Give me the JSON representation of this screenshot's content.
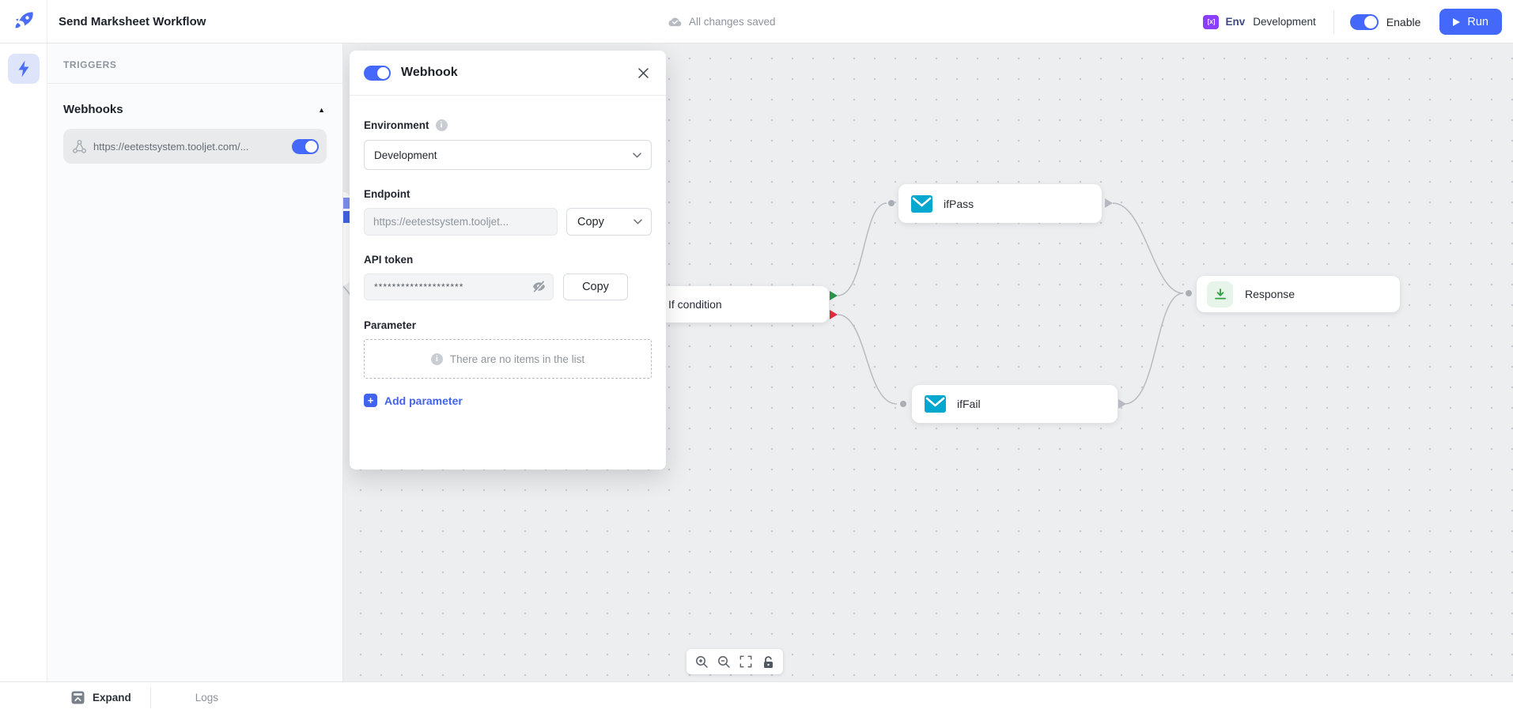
{
  "topbar": {
    "title": "Send Marksheet Workflow",
    "save_status": "All changes saved",
    "env_label": "Env",
    "env_badge_text": "[x]",
    "env_value": "Development",
    "enable_label": "Enable",
    "run_label": "Run"
  },
  "sidebar": {
    "section_title": "TRIGGERS",
    "group_title": "Webhooks",
    "collapse_caret": "▲",
    "webhook_url": "https://eetestsystem.tooljet.com/...",
    "webhook_enabled": "on"
  },
  "modal": {
    "title": "Webhook",
    "enabled": "on",
    "environment": {
      "label": "Environment",
      "value": "Development"
    },
    "endpoint": {
      "label": "Endpoint",
      "value": "https://eetestsystem.tooljet...",
      "copy_label": "Copy"
    },
    "api_token": {
      "label": "API token",
      "masked_value": "********************",
      "copy_label": "Copy"
    },
    "parameter": {
      "label": "Parameter",
      "empty_text": "There are no items in the list",
      "add_label": "Add parameter",
      "plus_glyph": "+"
    }
  },
  "canvas": {
    "nodes": [
      {
        "id": "if-condition",
        "label": "If condition",
        "type": "if"
      },
      {
        "id": "ifPass",
        "label": "ifPass",
        "type": "smtp-email"
      },
      {
        "id": "ifFail",
        "label": "ifFail",
        "type": "smtp-email"
      },
      {
        "id": "response",
        "label": "Response",
        "type": "response"
      }
    ]
  },
  "bottombar": {
    "expand_label": "Expand",
    "logs_label": "Logs"
  },
  "colors": {
    "accent": "#4368fa",
    "link_blue": "#4263eb",
    "smtp_icon": "#04a7cd",
    "response_icon": "#2f9e44",
    "response_icon_bg": "#e7f4ea",
    "true_handle": "#2b9348",
    "false_handle": "#dd2c3c",
    "env_badge": "#8a3ffc"
  }
}
